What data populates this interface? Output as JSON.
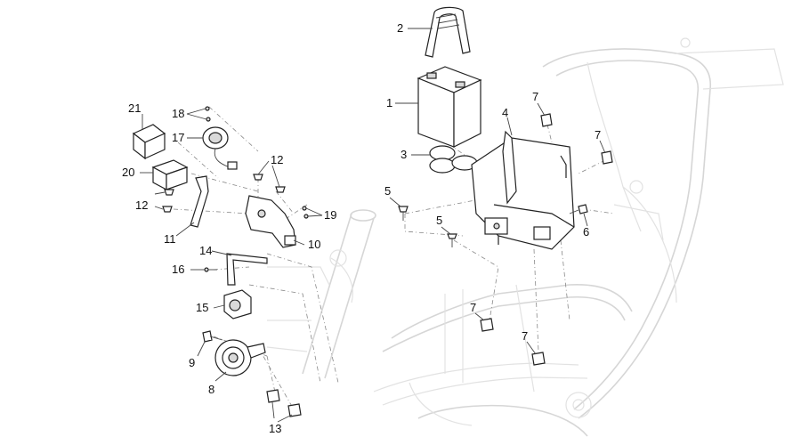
{
  "diagram": {
    "labels": [
      "1",
      "2",
      "3",
      "4",
      "5",
      "5",
      "6",
      "7",
      "7",
      "7",
      "7",
      "8",
      "9",
      "10",
      "11",
      "12",
      "12",
      "13",
      "14",
      "15",
      "16",
      "17",
      "18",
      "19",
      "20",
      "21"
    ]
  }
}
